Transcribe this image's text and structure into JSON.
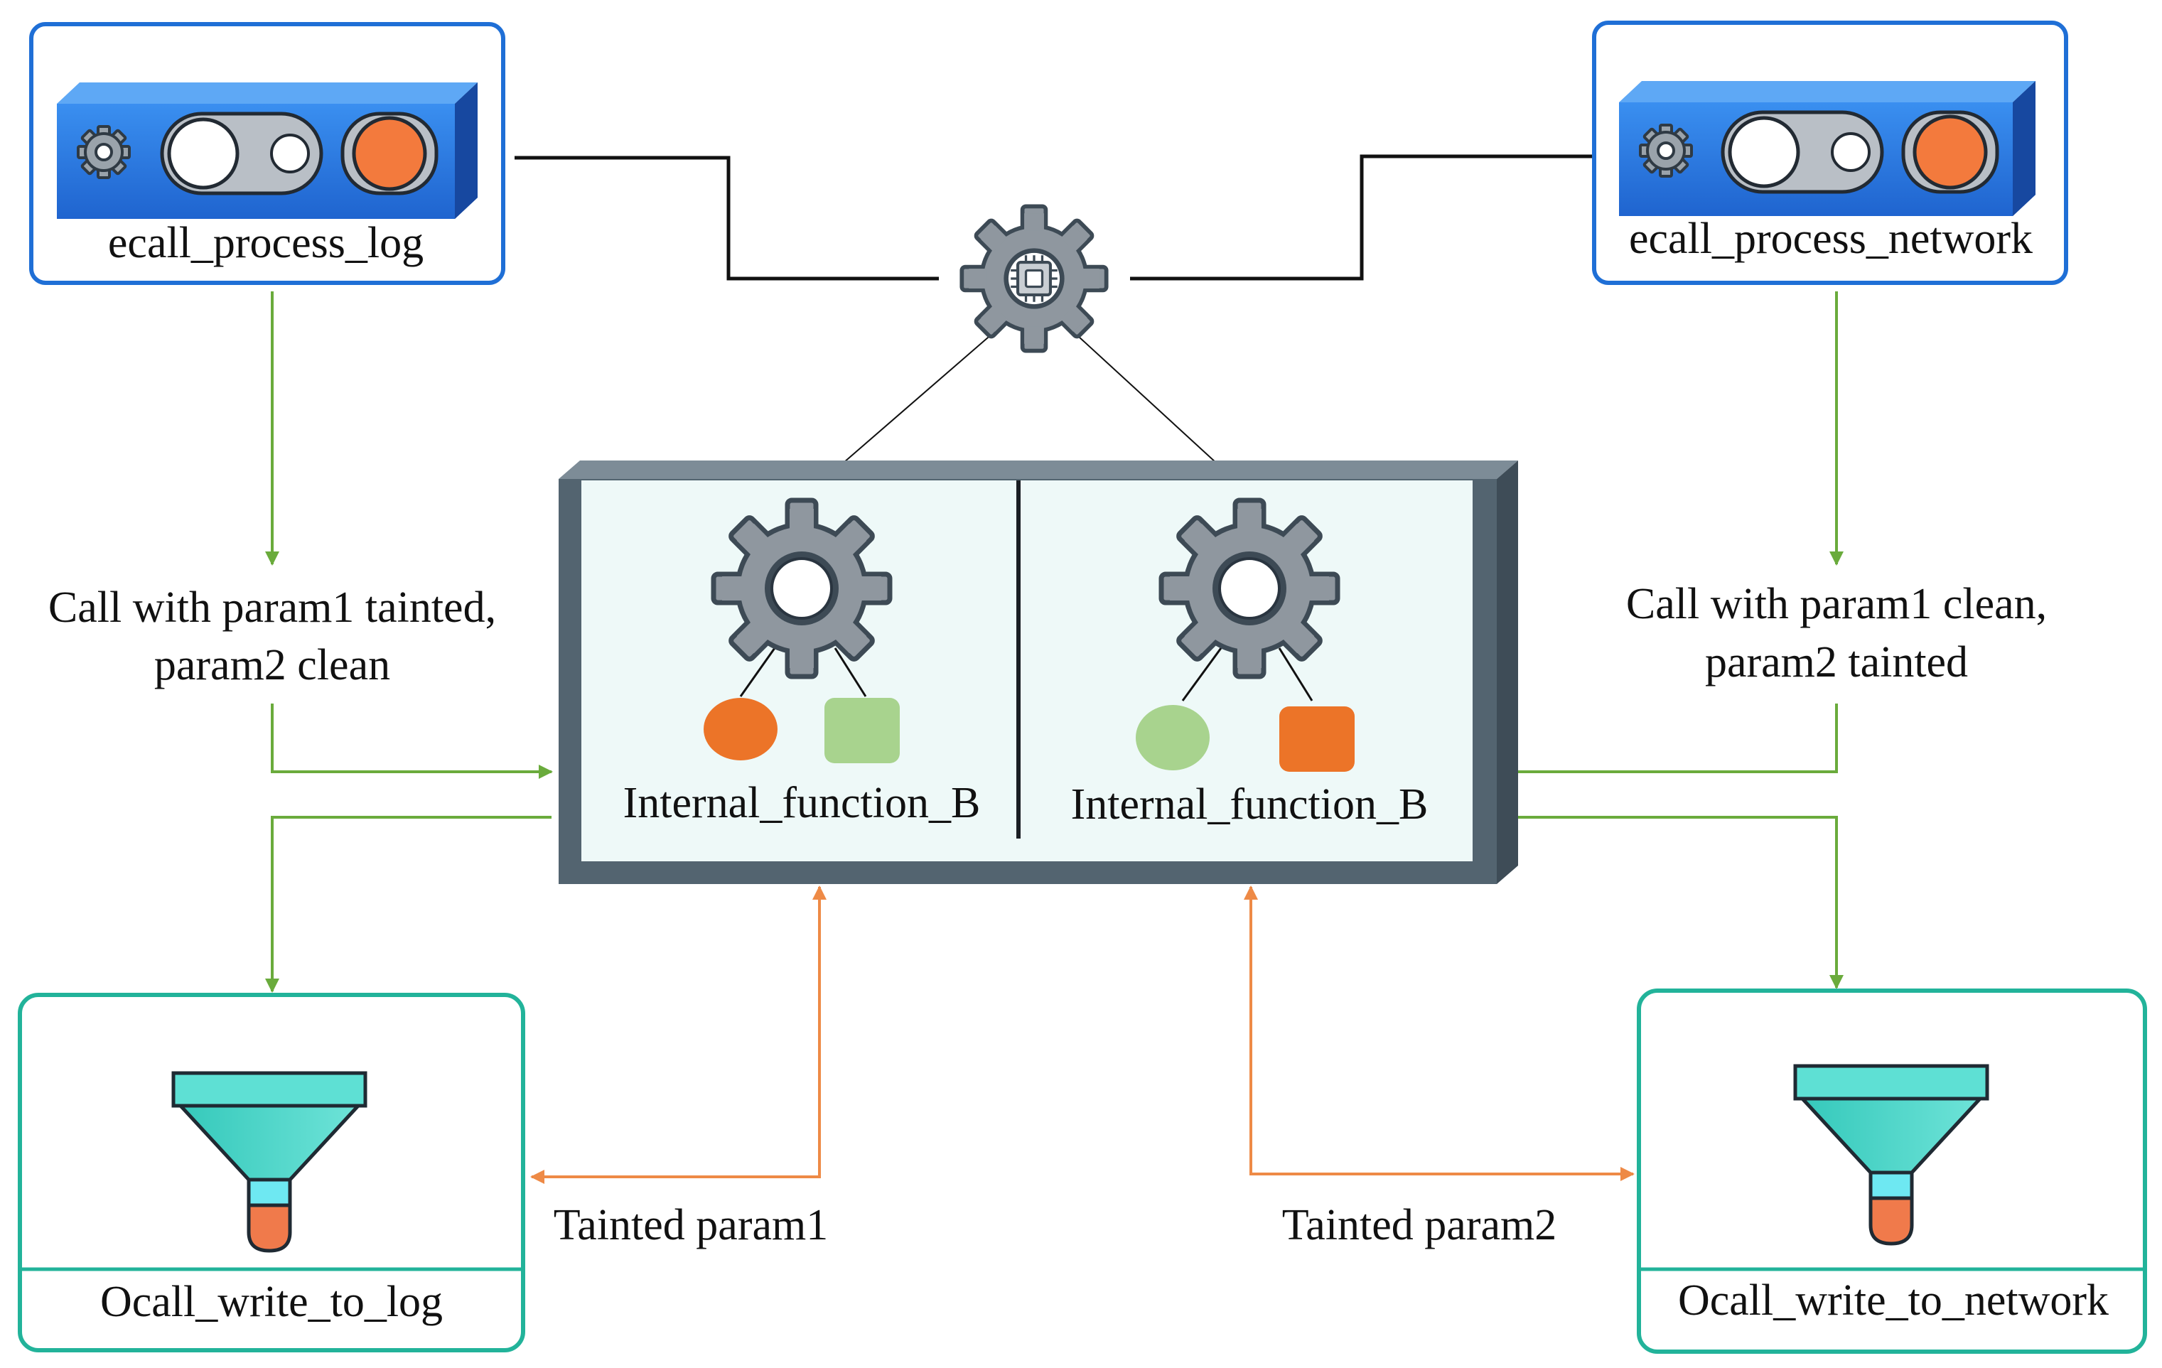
{
  "nodes": {
    "ecall_left": {
      "label": "ecall_process_log"
    },
    "ecall_right": {
      "label": "ecall_process_network"
    },
    "internal_left": {
      "label": "Internal_function_B"
    },
    "internal_right": {
      "label": "Internal_function_B"
    },
    "ocall_left": {
      "label": "Ocall_write_to_log"
    },
    "ocall_right": {
      "label": "Ocall_write_to_network"
    }
  },
  "annotations": {
    "call_left_line1": "Call with param1 tainted,",
    "call_left_line2": "param2 clean",
    "call_right_line1": "Call with param1 clean,",
    "call_right_line2": "param2 tainted",
    "tainted_left": "Tainted param1",
    "tainted_right": "Tainted param2"
  },
  "colors": {
    "ecall_border": "#1f6fd6",
    "ocall_border": "#22b39a",
    "control_flow_line": "#111111",
    "call_arrow": "#6aab3c",
    "taint_arrow": "#ee8a46",
    "tainted_marker": "#ec7428",
    "clean_marker": "#a8d38e",
    "enclave_frame": "#536470",
    "enclave_panel": "#eef9f8",
    "gear": "#8f979f",
    "funnel": "#48d6c8",
    "funnel_tip": "#f07a4b"
  },
  "icons": [
    "gear-icon",
    "chip-gear-icon",
    "funnel-icon",
    "toggle-switch-icon",
    "status-dot-icon"
  ]
}
